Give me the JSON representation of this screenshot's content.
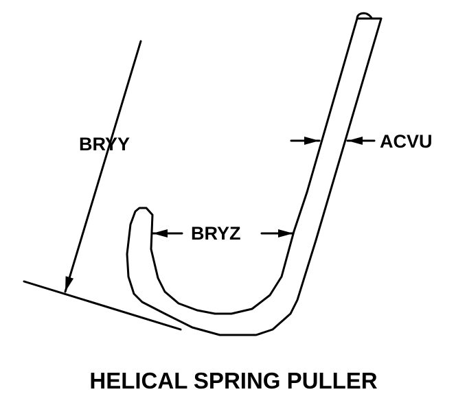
{
  "diagram": {
    "title": "HELICAL SPRING PULLER",
    "labels": {
      "overall_length": "BRYY",
      "hook_width": "BRYZ",
      "rod_diameter": "ACVU"
    },
    "line_color": "#000000",
    "background": "#ffffff"
  }
}
